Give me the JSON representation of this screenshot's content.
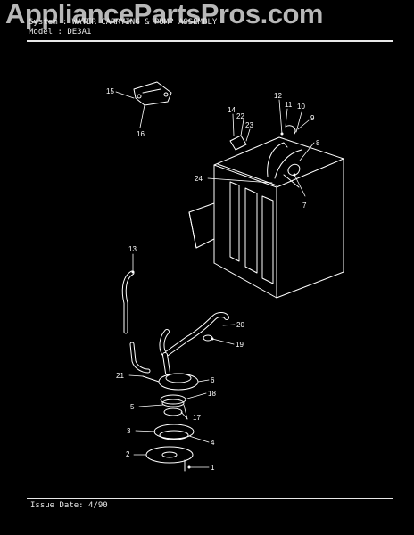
{
  "watermark": "AppliancePartsPros.com",
  "header": {
    "system_line": "System : WATER CARRYING & PUMP ASSEMBLY",
    "model_line": "Model : DE3A1"
  },
  "footer": {
    "issue_date": "Issue Date: 4/90"
  },
  "callouts": {
    "c1": "1",
    "c2": "2",
    "c3": "3",
    "c4": "4",
    "c5": "5",
    "c6": "6",
    "c7": "7",
    "c8": "8",
    "c9": "9",
    "c10": "10",
    "c11": "11",
    "c12": "12",
    "c13": "13",
    "c14": "14",
    "c15": "15",
    "c16": "16",
    "c17": "17",
    "c18": "18",
    "c19": "19",
    "c20": "20",
    "c21": "21",
    "c22": "22",
    "c23": "23",
    "c24": "24"
  }
}
